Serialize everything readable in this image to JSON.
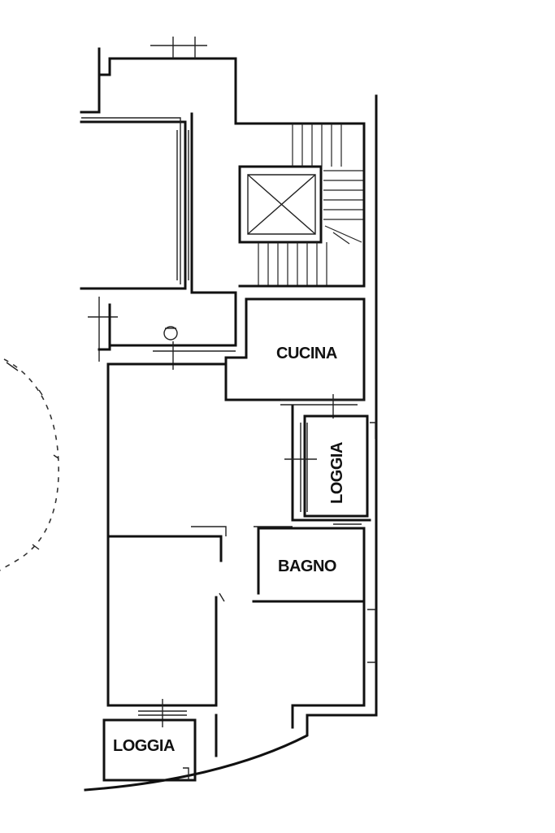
{
  "rooms": {
    "kitchen": "CUCINA",
    "loggia_right": "LOGGIA",
    "bathroom": "BAGNO",
    "loggia_bottom": "LOGGIA"
  },
  "colors": {
    "ink": "#111111",
    "paper": "#ffffff"
  }
}
